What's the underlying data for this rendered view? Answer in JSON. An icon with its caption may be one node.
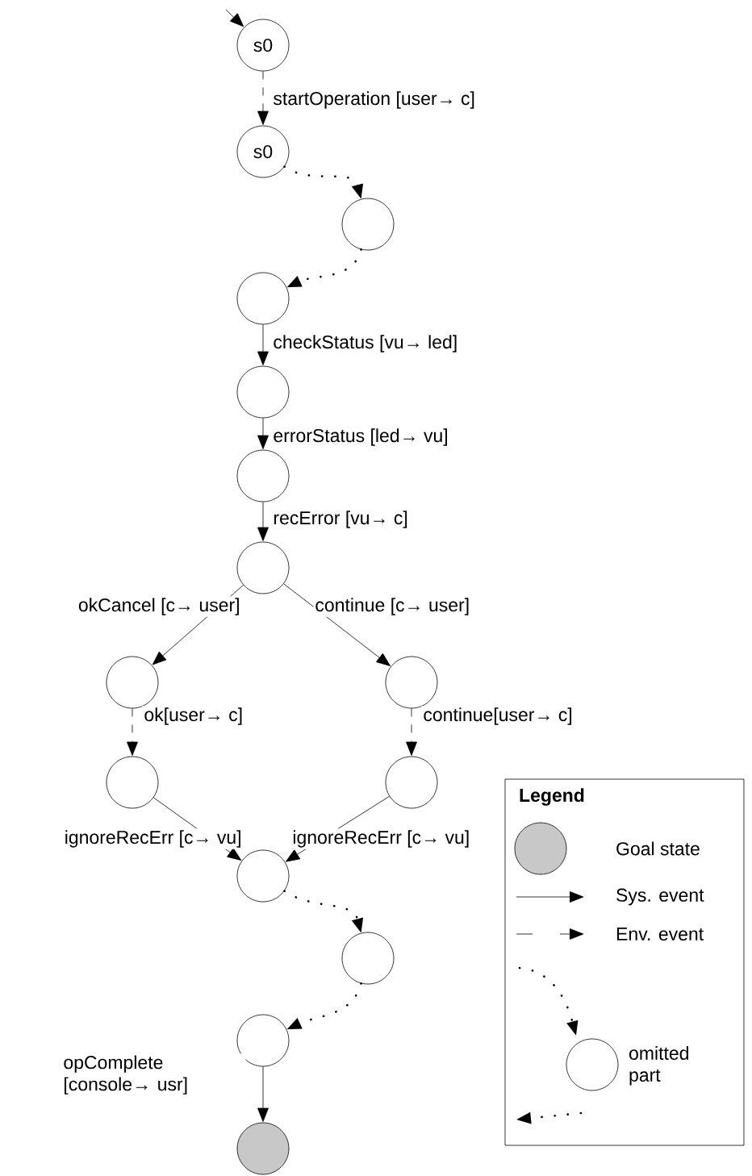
{
  "diagram": {
    "nodes": [
      {
        "text": [
          "s0"
        ]
      },
      {
        "text": [
          "s0"
        ]
      },
      {
        "text": [],
        "shape": "circle"
      },
      {
        "text": [],
        "shape": "circle"
      },
      {
        "text": [],
        "shape": "circle"
      },
      {
        "text": [],
        "shape": "circle"
      },
      {
        "text": [],
        "shape": "circle"
      },
      {
        "text": [],
        "shape": "circle"
      },
      {
        "text": [],
        "shape": "circle"
      },
      {
        "text": [],
        "shape": "circle"
      },
      {
        "text": [],
        "shape": "circle"
      },
      {
        "text": [],
        "shape": "circle"
      },
      {
        "text": [],
        "shape": "circle"
      },
      {
        "text": [],
        "shape": "circle"
      },
      {
        "text": [],
        "shape": "circle"
      }
    ],
    "edges": [
      {
        "from": null,
        "to": 0,
        "arrow": "to"
      },
      {
        "from": 0,
        "to": 1,
        "arrow": "to",
        "style": "dashed",
        "label": "startOperation [user→ c]"
      },
      {
        "from": 1,
        "to": 2,
        "arrow": "to",
        "style": "dashed"
      },
      {
        "from": 2,
        "to": 3,
        "arrow": "to",
        "style": "dashed"
      },
      {
        "from": 3,
        "to": 4,
        "arrow": "to",
        "label": "checkStatus [vu→ led]"
      },
      {
        "from": 4,
        "to": 5,
        "arrow": "to",
        "label": "errorStatus [led→ vu]"
      },
      {
        "from": 5,
        "to": 6,
        "arrow": "to",
        "label": "recError [vu→ c]"
      },
      {
        "from": 6,
        "to": 7,
        "arrow": "to",
        "label": "okCancel [c→ user]"
      },
      {
        "from": 6,
        "to": 8,
        "arrow": "to",
        "label": "continue [c→ user]"
      },
      {
        "from": 7,
        "to": 9,
        "arrow": "to",
        "style": "dashed",
        "label": "ok[user→ c]"
      },
      {
        "from": 8,
        "to": 10,
        "arrow": "to",
        "style": "dashed",
        "label": "continue[user→ c]"
      },
      {
        "from": 9,
        "to": 11,
        "arrow": "to",
        "label": "ignoreRecErr [c→ vu]"
      },
      {
        "from": 10,
        "to": 11,
        "arrow": "to",
        "label": "ignoreRecErr [c→ vu]"
      },
      {
        "from": 11,
        "to": 12,
        "arrow": "to",
        "style": "dashed"
      },
      {
        "from": 12,
        "to": 13,
        "arrow": "to",
        "style": "dashed"
      },
      {
        "from": 13,
        "to": 14,
        "arrow": "to",
        "label": "opComplete [console→ usr]"
      }
    ],
    "labels": [
      "Legend"
    ],
    "legend": [
      {
        "text": "Goal state",
        "color": "#c8c8c8"
      },
      {
        "text": "Sys. event"
      },
      {
        "text": "Env. event"
      },
      {
        "text": "omitted part"
      }
    ]
  }
}
